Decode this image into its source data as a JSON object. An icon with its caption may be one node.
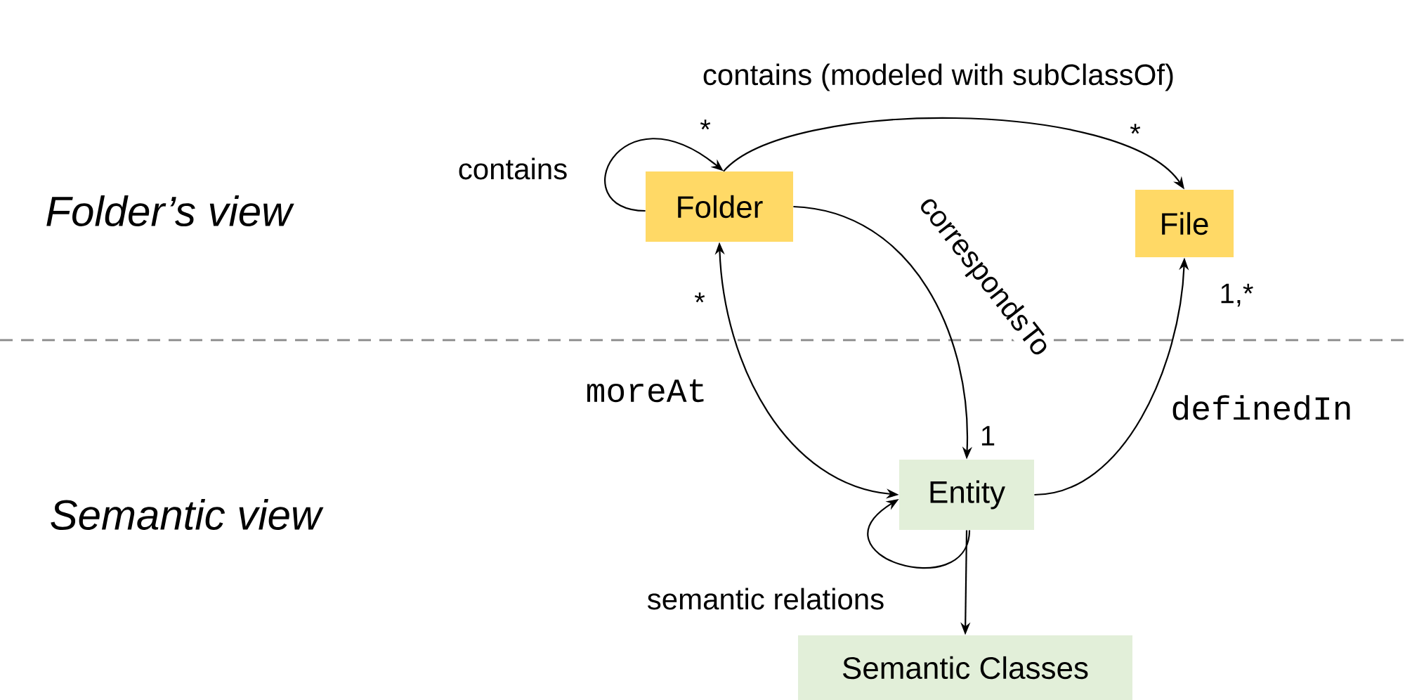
{
  "diagram": {
    "nodes": [
      {
        "text": [
          "Folder"
        ]
      },
      {
        "text": [
          "File"
        ]
      },
      {
        "text": [
          "Entity"
        ]
      },
      {
        "text": [
          "Semantic Classes"
        ]
      }
    ],
    "edges": [
      {
        "from": 0,
        "to": 0,
        "arrow": "to",
        "label": "contains"
      },
      {
        "from": 0,
        "to": 1,
        "arrow": "to",
        "label": "contains (modeled with subClassOf)"
      },
      {
        "from": 0,
        "to": 2,
        "arrow": "to",
        "label": "correspondsTo"
      },
      {
        "from": 2,
        "to": 0,
        "arrow": "both",
        "label": "moreAt"
      },
      {
        "from": 2,
        "to": 1,
        "arrow": "to",
        "label": "definedIn"
      },
      {
        "from": 2,
        "to": 2,
        "arrow": "to",
        "label": "semantic relations"
      },
      {
        "from": 2,
        "to": 3,
        "arrow": "to"
      }
    ],
    "labels": [
      "Folder’s view",
      "Semantic view",
      "*",
      "*",
      "*",
      "1",
      "1,*"
    ]
  }
}
